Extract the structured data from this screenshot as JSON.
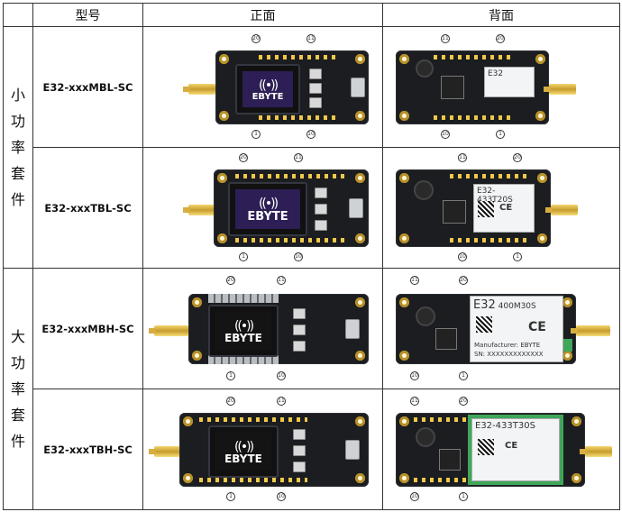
{
  "header": {
    "col_model": "型号",
    "col_front": "正面",
    "col_back": "背面"
  },
  "groups": [
    {
      "label_chars": [
        "小",
        "功",
        "率",
        "套",
        "件"
      ]
    },
    {
      "label_chars": [
        "大",
        "功",
        "率",
        "套",
        "件"
      ]
    }
  ],
  "rows": [
    {
      "model": "E32-xxxMBL-SC"
    },
    {
      "model": "E32-xxxTBL-SC"
    },
    {
      "model": "E32-xxxMBH-SC"
    },
    {
      "model": "E32-xxxTBH-SC"
    }
  ],
  "board": {
    "brand": "EBYTE",
    "pin_labels": {
      "first": "1",
      "last": "10",
      "top": "20",
      "top_right": "11"
    },
    "module_texts": {
      "row1": "E32",
      "row2": "E32-433T20S",
      "row3_title": "E32",
      "row3_sub": "400M30S",
      "row3_mfr": "Manufacturer: EBYTE",
      "row3_sn": "SN: XXXXXXXXXXXXX",
      "row4": "E32-433T30S",
      "ce": "CE"
    }
  }
}
